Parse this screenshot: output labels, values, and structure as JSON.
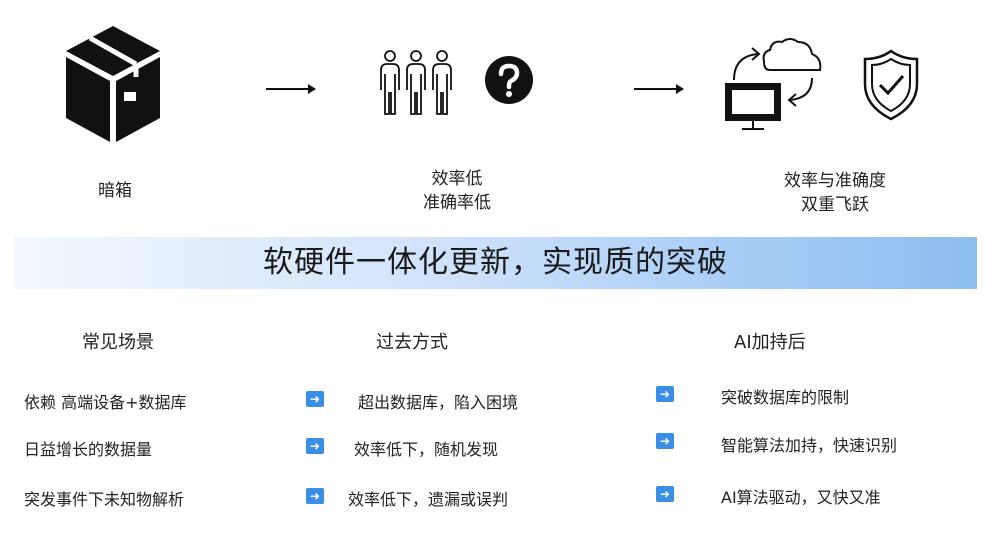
{
  "stages": [
    {
      "label_lines": [
        "暗箱"
      ],
      "icons": [
        "package-box-icon"
      ]
    },
    {
      "label_lines": [
        "效率低",
        "准确率低"
      ],
      "icons": [
        "people-group-icon",
        "question-icon"
      ]
    },
    {
      "label_lines": [
        "效率与准确度",
        "双重飞跃"
      ],
      "icons": [
        "cloud-sync-computer-icon",
        "shield-check-icon"
      ]
    }
  ],
  "banner": {
    "text": "软硬件一体化更新，实现质的突破"
  },
  "columns": {
    "scenarios": {
      "header": "常见场景",
      "items": [
        "依赖 高端设备+数据库",
        "日益增长的数据量",
        "突发事件下未知物解析"
      ]
    },
    "past": {
      "header": "过去方式",
      "items": [
        "超出数据库，陷入困境",
        "效率低下，随机发现",
        "效率低下，遗漏或误判"
      ]
    },
    "ai": {
      "header": "AI加持后",
      "items": [
        "突破数据库的限制",
        "智能算法加持，快速识别",
        "AI算法驱动，又快又准"
      ]
    }
  },
  "colors": {
    "accent": "#3b8ee6",
    "banner_end": "#8cbef0",
    "icon": "#111111"
  }
}
